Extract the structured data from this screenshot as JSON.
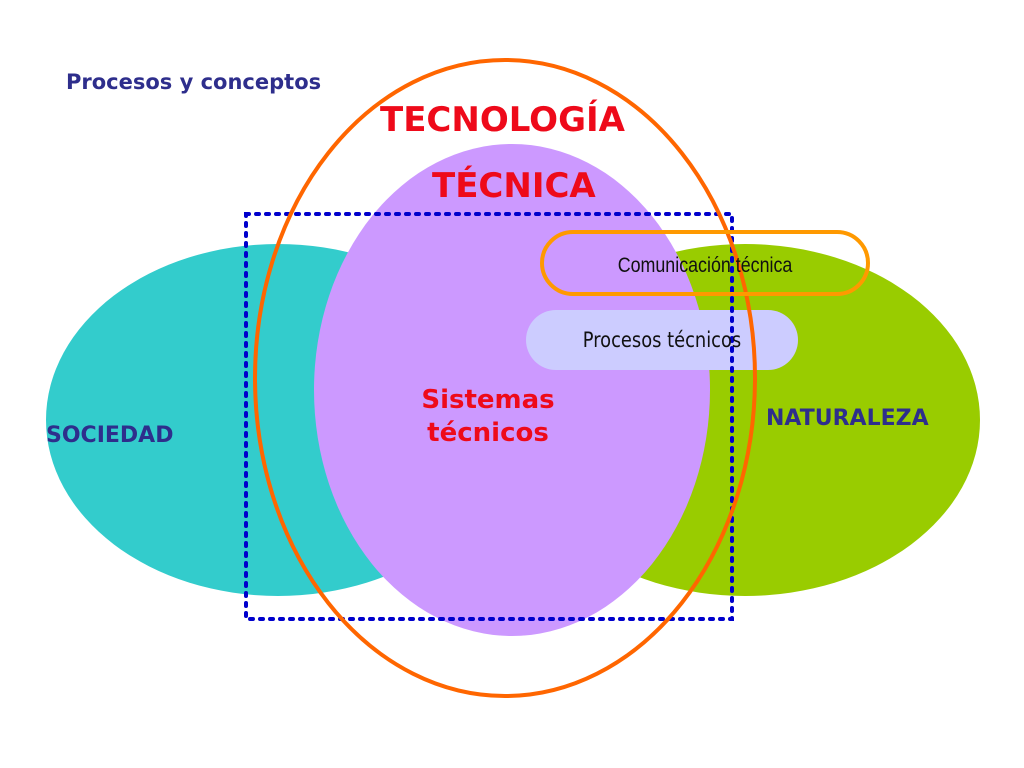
{
  "heading": "Procesos y conceptos",
  "labels": {
    "tecnologia": "TECNOLOGÍA",
    "tecnica": "TÉCNICA",
    "sociedad": "SOCIEDAD",
    "naturaleza": "NATURALEZA",
    "sistemas_line1": "Sistemas",
    "sistemas_line2": "técnicos",
    "comunicacion": "Comunicación  técnica",
    "procesos": "Procesos  técnicos"
  },
  "colors": {
    "sociedad_fill": "#33cccc",
    "naturaleza_fill": "#99cc00",
    "tecnica_fill": "#cc99ff",
    "procesos_fill": "#ccccff",
    "tecnologia_outline": "#ff6600",
    "comunicacion_outline": "#ff9900",
    "dotted_border": "#0000cc",
    "red_text": "#ee0a1a",
    "navy_text": "#2e2e8c"
  }
}
